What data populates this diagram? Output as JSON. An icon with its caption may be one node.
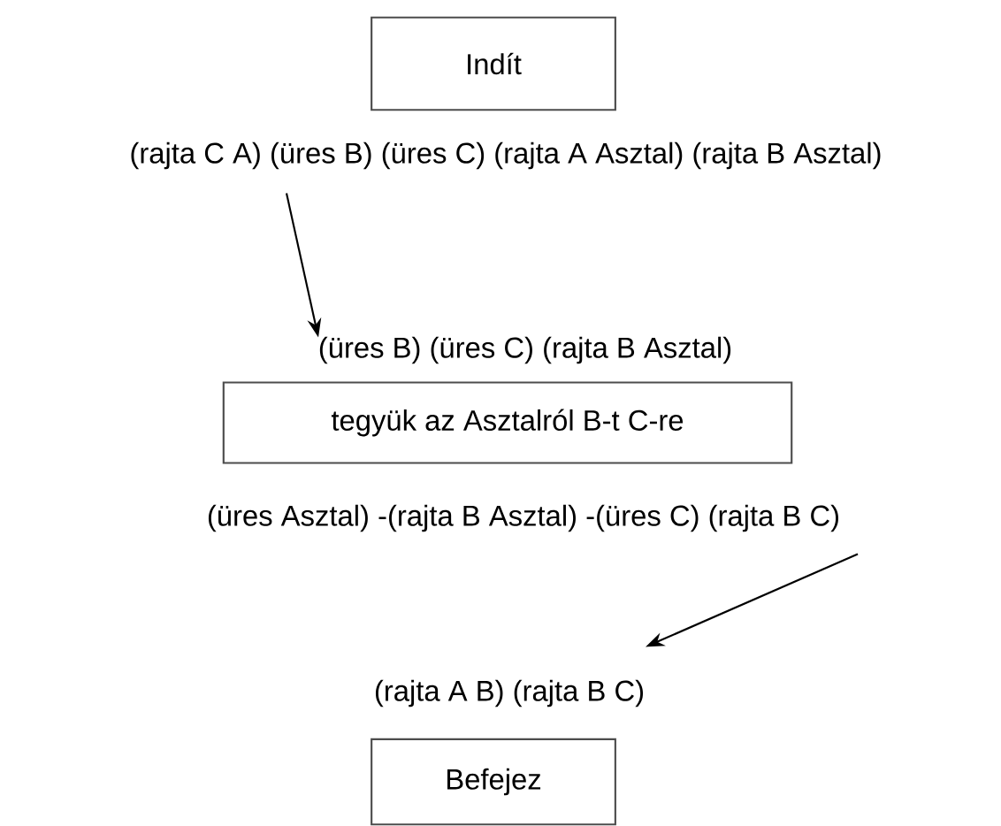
{
  "diagram": {
    "nodes": [
      {
        "text": [
          "Indít"
        ]
      },
      {
        "text": [
          "(rajta C A) (üres B) (üres C) (rajta A Asztal) (rajta B Asztal)"
        ]
      },
      {
        "text": [
          "(üres B) (üres C) (rajta B Asztal)"
        ]
      },
      {
        "text": [
          "tegyük az Asztalról B-t C-re"
        ]
      },
      {
        "text": [
          "(üres Asztal)  -(rajta B Asztal) -(üres C) (rajta B C)"
        ]
      },
      {
        "text": [
          "(rajta A B) (rajta B C)"
        ]
      },
      {
        "text": [
          "Befejez"
        ]
      }
    ],
    "edges": [
      {
        "from": 1,
        "to": 2,
        "arrow": "to"
      },
      {
        "from": 4,
        "to": 5,
        "arrow": "to"
      }
    ]
  }
}
